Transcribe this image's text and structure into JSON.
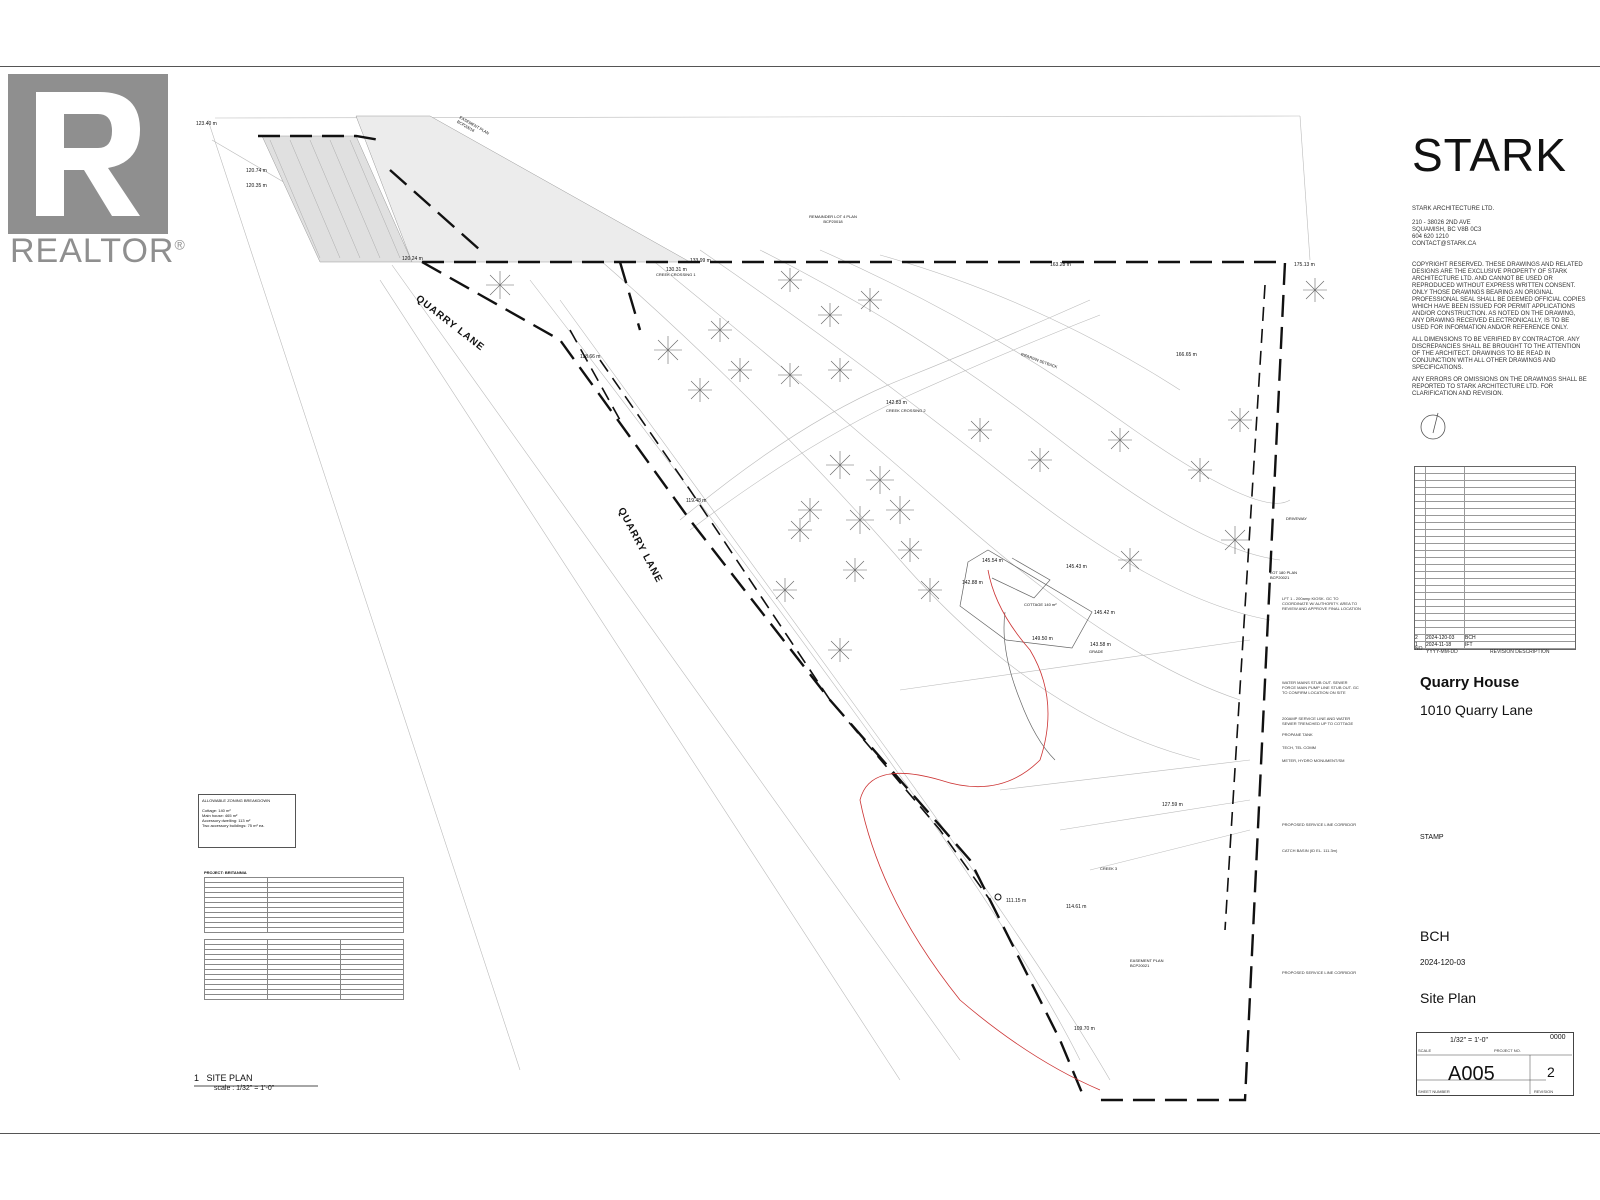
{
  "realtor": {
    "logo_text": "REALTOR",
    "reg_mark": "®"
  },
  "firm": {
    "logo": "STARK",
    "name": "STARK ARCHITECTURE LTD.",
    "address_lines": [
      "210 - 38026 2ND AVE",
      "SQUAMISH, BC V8B 0C3",
      "604 620 1210",
      "CONTACT@STARK.CA"
    ],
    "copyright": "COPYRIGHT RESERVED. THESE DRAWINGS AND RELATED DESIGNS ARE THE EXCLUSIVE PROPERTY OF STARK ARCHITECTURE LTD. AND CANNOT BE USED OR REPRODUCED WITHOUT EXPRESS WRITTEN CONSENT. ONLY THOSE DRAWINGS BEARING AN ORIGINAL PROFESSIONAL SEAL SHALL BE DEEMED OFFICIAL COPIES WHICH HAVE BEEN ISSUED FOR PERMIT APPLICATIONS AND/OR CONSTRUCTION. AS NOTED ON THE DRAWING, ANY DRAWING RECEIVED ELECTRONICALLY, IS TO BE USED FOR INFORMATION AND/OR REFERENCE ONLY.",
    "dims_note": "ALL DIMENSIONS TO BE VERIFIED BY CONTRACTOR. ANY DISCREPANCIES SHALL BE BROUGHT TO THE ATTENTION OF THE ARCHITECT. DRAWINGS TO BE READ IN CONJUNCTION WITH ALL OTHER DRAWINGS AND SPECIFICATIONS.",
    "errors_note": "ANY ERRORS OR OMISSIONS ON THE DRAWINGS SHALL BE REPORTED TO STARK ARCHITECTURE LTD. FOR CLARIFICATION AND REVISION."
  },
  "revisions": {
    "rows": [
      {
        "no": "2",
        "date": "2024-120-03",
        "desc": "BCH"
      },
      {
        "no": "1",
        "date": "2024-11-18",
        "desc": "IFT"
      }
    ],
    "header_no": "NO",
    "header_date": "YYYY-MM-DD",
    "header_desc": "REVISION DESCRIPTION"
  },
  "project": {
    "title": "Quarry House",
    "address": "1010 Quarry Lane",
    "stamp_label": "STAMP",
    "issue": "BCH",
    "issue_date": "2024-120-03",
    "sheet_title": "Site Plan",
    "scale": "1/32\" = 1'-0\"",
    "scale_label": "SCALE",
    "project_no": "0000",
    "project_no_label": "PROJECT NO.",
    "sheet_number": "A005",
    "sheet_number_label": "SHEET NUMBER",
    "revision": "2",
    "revision_label": "REVISION"
  },
  "zoning_box": {
    "title": "ALLOWABLE ZONING BREAKDOWN",
    "lines": [
      "Cottage: 140 m²",
      "Main house: 465 m²",
      "Accessory dwelling: 113 m²",
      "Two accessory buildings: 75 m² ea."
    ]
  },
  "project_info": {
    "header": "PROJECT: BRITANNIA"
  },
  "drawing": {
    "label_no": "1",
    "label": "SITE PLAN",
    "scale": "scale :  1/32\" = 1'-0\""
  },
  "roads": [
    "QUARRY LANE",
    "QUARRY LANE"
  ],
  "elevations": [
    "123.40 m",
    "120.74 m",
    "120.35 m",
    "120.24 m",
    "130.31 m",
    "133.99 m",
    "163.28 m",
    "175.13 m",
    "118.66 m",
    "166.65 m",
    "142.83 m",
    "119.48 m",
    "145.54 m",
    "145.43 m",
    "142.88 m",
    "149.50 m",
    "145.42 m",
    "143.58 m",
    "127.59 m",
    "111.15 m",
    "114.61 m",
    "109.70 m"
  ],
  "plan_labels": {
    "creek_crossing_1": "CREEK CROSSING 1",
    "creek_crossing_2": "CREEK CROSSING 2",
    "cottage": "COTTAGE 140 m²",
    "riparian_setback": "RIPARIAN SETBACK",
    "driveway": "DRIVEWAY",
    "lot": "LOT 180 PLAN BCP20021",
    "remainder": "REMAINDER LOT 4 PLAN BCP20018",
    "easement": "EASEMENT PLAN BCP20018",
    "creek_3": "CREEK 3",
    "easement_2": "EASEMENT PLAN BCP20021",
    "grade": "GRADE"
  },
  "notes": [
    "LFT 1 - 200amp KIOSK. GC TO COORDINATE W/ AUTHORITY. AREA TO REVIEW AND APPROVE FINAL LOCATION",
    "WATER MAINS STUB OUT. SEWER FORCE MAIN PUMP LINE STUB OUT. GC TO CONFIRM LOCATION ON SITE",
    "200AMP SERVICE LINE AND WATER SEWER TRENCHED UP TO COTTAGE",
    "PROPANE TANK",
    "TECH, TEL COMM",
    "METER, HYDRO MONUMENT/SM",
    "PROPOSED SERVICE LINE CORRIDOR",
    "CATCH BASIN (ID EL. 111.3m)",
    "PROPOSED SERVICE LINE CORRIDOR"
  ]
}
